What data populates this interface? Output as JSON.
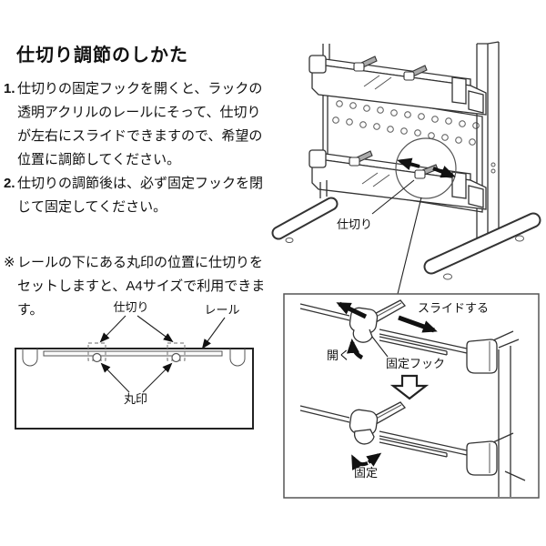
{
  "colors": {
    "line": "#333333",
    "text": "#111111",
    "background": "#ffffff"
  },
  "page": {
    "title": "仕切り調節のしかた",
    "steps": [
      {
        "num": "1.",
        "text": "仕切りの固定フックを開くと、ラックの透明アクリルのレールにそって、仕切りが左右にスライドできますので、希望の位置に調節してください。"
      },
      {
        "num": "2.",
        "text": "仕切りの調節後は、必ず固定フックを閉じて固定してください。"
      }
    ],
    "note": {
      "marker": "※",
      "text": "レールの下にある丸印の位置に仕切りをセットしますと、A4サイズで利用できます。"
    }
  },
  "rack_figure": {
    "divider_label": "仕切り"
  },
  "base_figure": {
    "divider_label": "仕切り",
    "rail_label": "レール",
    "circle_mark_label": "丸印"
  },
  "inset_figure": {
    "slide_label": "スライドする",
    "open_label": "開く",
    "hook_label": "固定フック",
    "lock_label": "固定"
  }
}
